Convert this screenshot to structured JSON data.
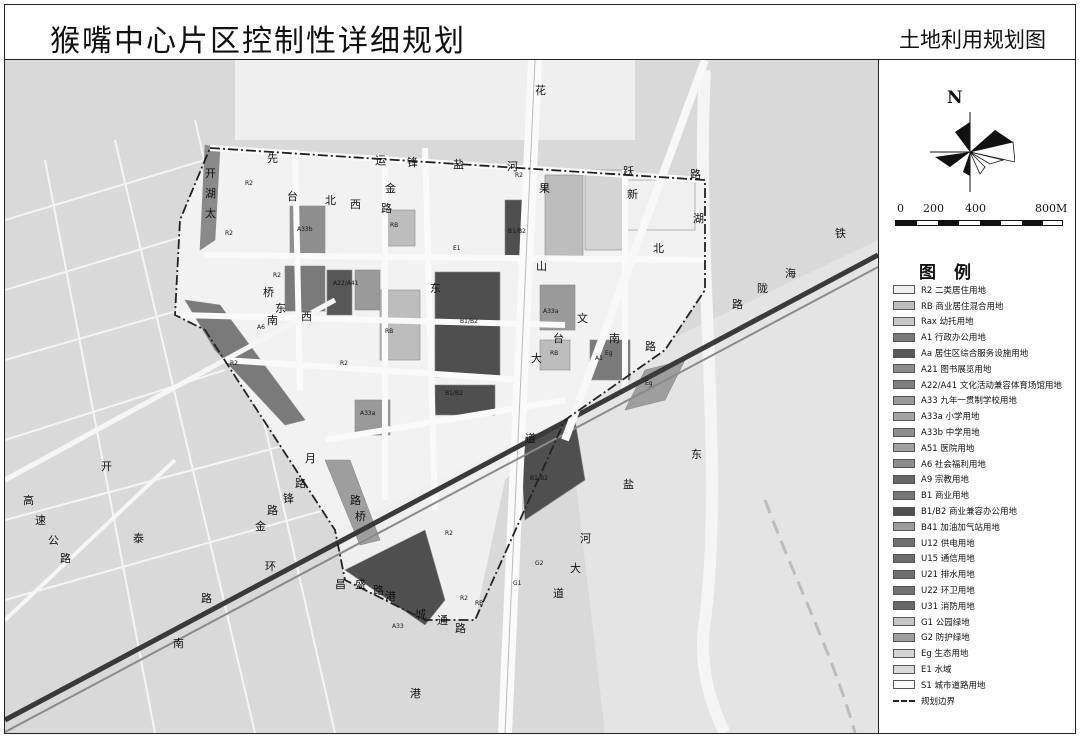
{
  "header": {
    "main_title": "猴嘴中心片区控制性详细规划",
    "sub_title": "土地利用规划图"
  },
  "compass": {
    "north_label": "N",
    "icon": "north-arrow-icon"
  },
  "scale": {
    "labels": [
      "0",
      "200",
      "400",
      "800M"
    ]
  },
  "legend": {
    "title": "图例",
    "items": [
      {
        "code": "R2",
        "label": "二类居住用地",
        "color": "#f0f0f0"
      },
      {
        "code": "RB",
        "label": "商业居住混合用地",
        "color": "#bdbdbd"
      },
      {
        "code": "Rax",
        "label": "幼托用地",
        "color": "#c8c8c8"
      },
      {
        "code": "A1",
        "label": "行政办公用地",
        "color": "#7a7a7a"
      },
      {
        "code": "Aa",
        "label": "居住区综合服务设施用地",
        "color": "#575757"
      },
      {
        "code": "A21",
        "label": "图书展览用地",
        "color": "#8a8a8a"
      },
      {
        "code": "A22/A41",
        "label": "文化活动兼容体育场馆用地",
        "color": "#7e7e7e"
      },
      {
        "code": "A33",
        "label": "九年一贯制学校用地",
        "color": "#9a9a9a"
      },
      {
        "code": "A33a",
        "label": "小学用地",
        "color": "#a4a4a4"
      },
      {
        "code": "A33b",
        "label": "中学用地",
        "color": "#8e8e8e"
      },
      {
        "code": "A51",
        "label": "医院用地",
        "color": "#a0a0a0"
      },
      {
        "code": "A6",
        "label": "社会福利用地",
        "color": "#8c8c8c"
      },
      {
        "code": "A9",
        "label": "宗教用地",
        "color": "#666666"
      },
      {
        "code": "B1",
        "label": "商业用地",
        "color": "#777777"
      },
      {
        "code": "B1/B2",
        "label": "商业兼容办公用地",
        "color": "#4f4f4f"
      },
      {
        "code": "B41",
        "label": "加油加气站用地",
        "color": "#9c9c9c"
      },
      {
        "code": "U12",
        "label": "供电用地",
        "color": "#707070"
      },
      {
        "code": "U15",
        "label": "通信用地",
        "color": "#6c6c6c"
      },
      {
        "code": "U21",
        "label": "排水用地",
        "color": "#6e6e6e"
      },
      {
        "code": "U22",
        "label": "环卫用地",
        "color": "#727272"
      },
      {
        "code": "U31",
        "label": "消防用地",
        "color": "#686868"
      },
      {
        "code": "G1",
        "label": "公园绿地",
        "color": "#c6c6c6"
      },
      {
        "code": "G2",
        "label": "防护绿地",
        "color": "#9e9e9e"
      },
      {
        "code": "Eg",
        "label": "生态用地",
        "color": "#d4d4d4"
      },
      {
        "code": "E1",
        "label": "水域",
        "color": "#dadada"
      },
      {
        "code": "S1",
        "label": "城市道路用地",
        "color": "#fafafa"
      },
      {
        "code": "",
        "label": "规划边界",
        "color": "#222222",
        "boundary": true
      }
    ]
  },
  "map": {
    "road_labels": [
      "先",
      "运",
      "锋",
      "盐",
      "河",
      "跃",
      "路",
      "花",
      "果",
      "山",
      "大",
      "道",
      "开",
      "湖",
      "太",
      "台",
      "北",
      "西",
      "路",
      "金",
      "东",
      "桥",
      "东",
      "南",
      "西",
      "文",
      "台",
      "南",
      "路",
      "新",
      "湖",
      "北",
      "铁",
      "海",
      "陇",
      "路",
      "东",
      "盐",
      "河",
      "大",
      "道",
      "高",
      "速",
      "公",
      "路",
      "开",
      "泰",
      "环",
      "南",
      "路",
      "昌",
      "盛",
      "路",
      "港",
      "城",
      "通",
      "路",
      "港",
      "月",
      "路",
      "锋",
      "路",
      "金",
      "桥",
      "路"
    ],
    "block_codes": [
      "R2",
      "R2",
      "A33b",
      "RB",
      "R2",
      "B1/B2",
      "B1/B2",
      "E1",
      "B1/B2",
      "R2",
      "A22/A41",
      "A33a",
      "A6",
      "RB",
      "RB",
      "R2",
      "A1",
      "A33a",
      "Eg",
      "R2",
      "A33",
      "R2",
      "G1",
      "G2",
      "Eg",
      "R2",
      "B1/B2",
      "RB"
    ]
  }
}
